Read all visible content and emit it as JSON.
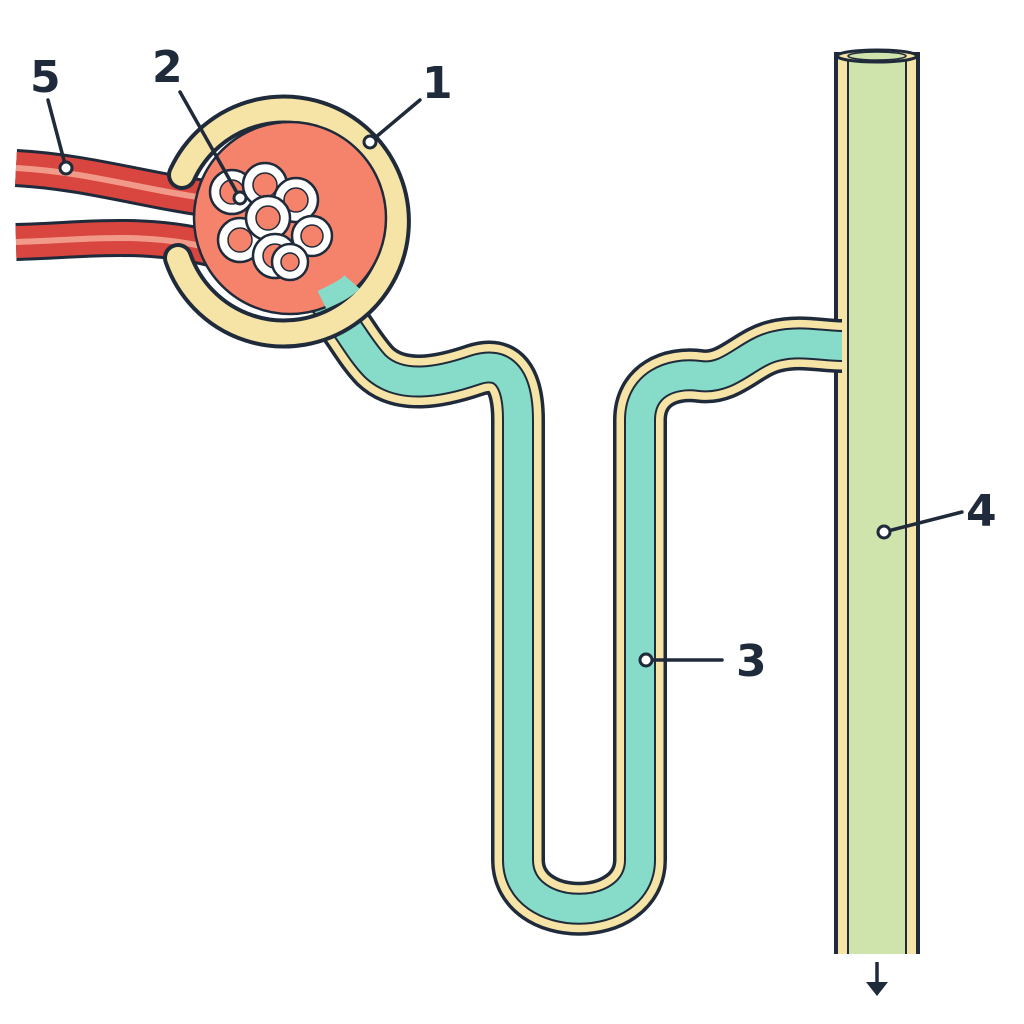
{
  "labels": {
    "l1": "1",
    "l2": "2",
    "l3": "3",
    "l4": "4",
    "l5": "5"
  },
  "colors": {
    "outline": "#1f2a3a",
    "capsule_wall": "#f6e3a6",
    "capsule_fill": "#f5836c",
    "tubule": "#86dcc9",
    "collecting_duct": "#cfe3ad",
    "vessel": "#d9453f",
    "vessel_stripe": "#f29a8a",
    "capillary": "#ffffff"
  },
  "icons": {
    "flow": "arrow-down-icon"
  }
}
